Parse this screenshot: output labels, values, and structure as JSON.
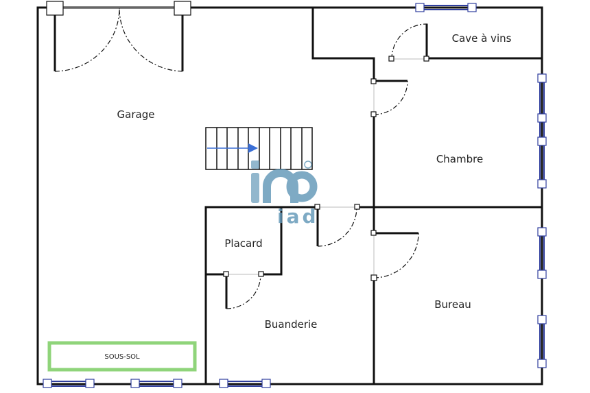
{
  "rooms": {
    "garage": "Garage",
    "cave": "Cave à vins",
    "chambre": "Chambre",
    "placard": "Placard",
    "buanderie": "Buanderie",
    "bureau": "Bureau"
  },
  "level_label": "SOUS-SOL",
  "watermark": {
    "text": "iad",
    "color": "#5f95b6"
  },
  "colors": {
    "wall": "#111111",
    "window": "#2f3e9e",
    "level_box_border": "#8fd47a",
    "stair_arrow": "#3b6fd6"
  }
}
